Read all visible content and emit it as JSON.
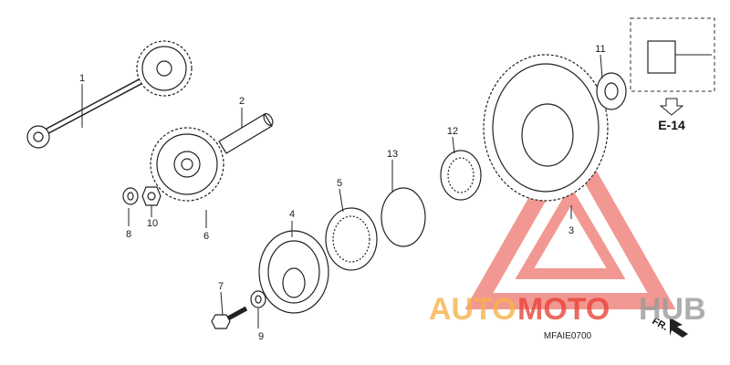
{
  "callouts": {
    "p1": "1",
    "p2": "2",
    "p3": "3",
    "p4": "4",
    "p5": "5",
    "p6": "6",
    "p7": "7",
    "p8": "8",
    "p9": "9",
    "p10": "10",
    "p11": "11",
    "p12": "12",
    "p13": "13"
  },
  "reference_label": "E-14",
  "diagram_code": "MFAIE0700",
  "direction_label": "FR.",
  "watermark": {
    "auto": "AUTO",
    "moto": "MOTO",
    "hub": "HUB",
    "color_orange": "#f5b24a",
    "color_red": "#e8443a",
    "color_gray": "#9a9a9a"
  }
}
